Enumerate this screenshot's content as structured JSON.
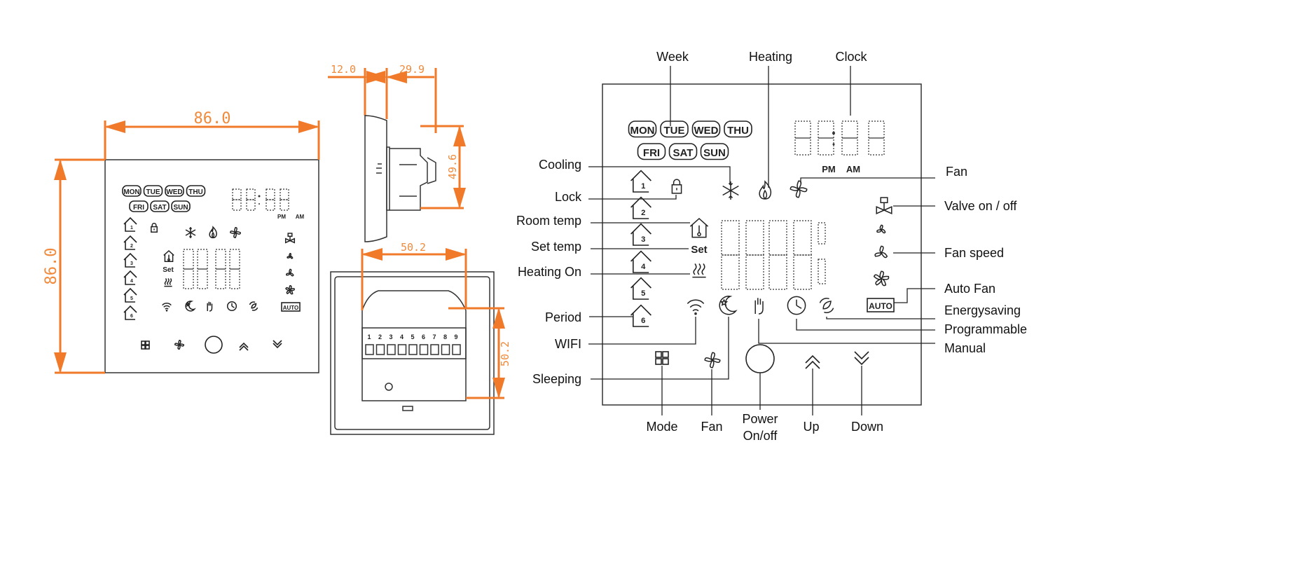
{
  "dimensions": {
    "front_width": "86.0",
    "front_height": "86.0",
    "side_front_depth": "12.0",
    "side_back_depth": "29.9",
    "side_body_height": "49.6",
    "rear_width": "50.2",
    "rear_height": "50.2"
  },
  "display": {
    "days_row1": [
      "MON",
      "TUE",
      "WED",
      "THU"
    ],
    "days_row2": [
      "FRI",
      "SAT",
      "SUN"
    ],
    "pm": "PM",
    "am": "AM",
    "set": "Set",
    "auto": "AUTO"
  },
  "terminals": [
    "1",
    "2",
    "3",
    "4",
    "5",
    "6",
    "7",
    "8",
    "9"
  ],
  "callouts": {
    "week": "Week",
    "heating": "Heating",
    "clock": "Clock",
    "cooling": "Cooling",
    "lock": "Lock",
    "room_temp": "Room temp",
    "set_temp": "Set temp",
    "heating_on": "Heating On",
    "period": "Period",
    "wifi": "WIFI",
    "sleeping": "Sleeping",
    "fan_top": "Fan",
    "valve": "Valve on / off",
    "fan_speed": "Fan speed",
    "auto_fan": "Auto Fan",
    "energysaving": "Energysaving",
    "programmable": "Programmable",
    "manual": "Manual",
    "mode": "Mode",
    "fan_bottom": "Fan",
    "power_line1": "Power",
    "power_line2": "On/off",
    "up": "Up",
    "down": "Down"
  },
  "colors": {
    "dimension": "#f07a2a",
    "outline": "#333333"
  }
}
